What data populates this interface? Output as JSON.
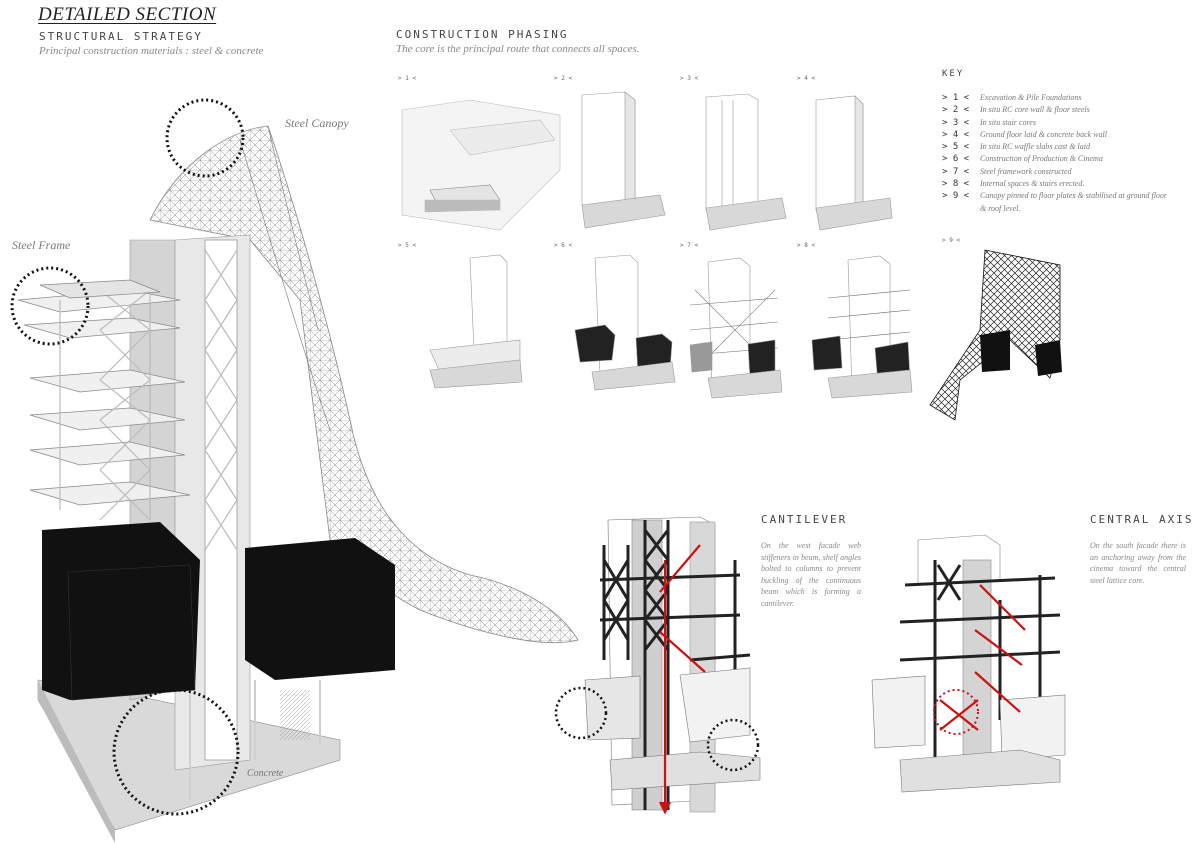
{
  "header": {
    "title": "DETAILED SECTION",
    "strategy": "STRUCTURAL STRATEGY",
    "materials": "Principal construction materials : steel & concrete"
  },
  "phasing": {
    "title": "CONSTRUCTION PHASING",
    "subtitle": "The core is the principal route that connects all spaces.",
    "phases": [
      "> 1 <",
      "> 2 <",
      "> 3 <",
      "> 4 <",
      "> 5 <",
      "> 6 <",
      "> 7 <",
      "> 8 <",
      "> 9 <"
    ]
  },
  "key": {
    "title": "KEY",
    "items": [
      {
        "num": "> 1 <",
        "text": "Excavation & Pile Foundations"
      },
      {
        "num": "> 2 <",
        "text": "In situ RC core wall & floor steels"
      },
      {
        "num": "> 3 <",
        "text": "In situ stair cores"
      },
      {
        "num": "> 4 <",
        "text": "Ground floor laid & concrete back wall"
      },
      {
        "num": "> 5 <",
        "text": "In situ RC waffle slabs cast & laid"
      },
      {
        "num": "> 6 <",
        "text": "Construction of Production & Cinema"
      },
      {
        "num": "> 7 <",
        "text": "Steel framework constructed"
      },
      {
        "num": "> 8 <",
        "text": "Internal spaces & stairs erected."
      },
      {
        "num": "> 9 <",
        "text": "Canopy pinned to floor plates & stabilised at ground floor & roof level."
      }
    ]
  },
  "callouts": {
    "steel_canopy": "Steel Canopy",
    "steel_frame": "Steel Frame",
    "concrete": "Concrete"
  },
  "cantilever": {
    "title": "CANTILEVER",
    "text": "On the west facade web stiffeners in beam, shelf angles bolted to columns to prevent buckling of the continuous beam which is forming a cantilever."
  },
  "central_axis": {
    "title": "CENTRAL AXIS",
    "text": "On the south facade there is an anchoring away from the cinema toward the central steel lattice core."
  },
  "colors": {
    "black_volume": "#111111",
    "accent_red": "#cc1111",
    "grey_wall": "#cfcfcf"
  }
}
